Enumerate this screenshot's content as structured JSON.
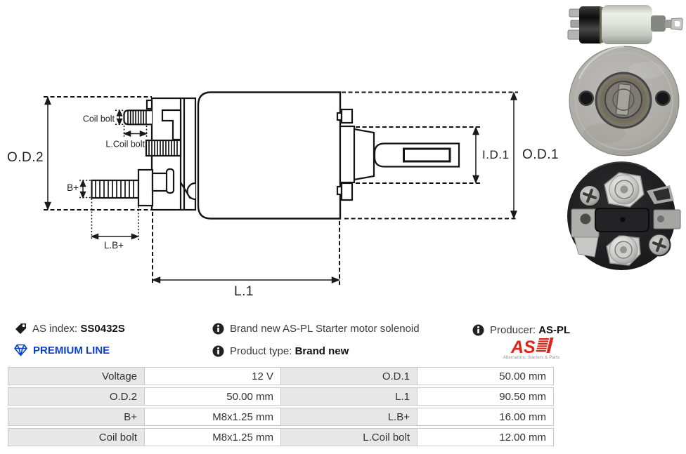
{
  "drawing": {
    "od2": "O.D.2",
    "od1": "O.D.1",
    "id1": "I.D.1",
    "l1": "L.1",
    "lb_plus": "L.B+",
    "b_plus": "B+",
    "coil_bolt": "Coil bolt",
    "l_coil_bolt": "L.Coil bolt"
  },
  "photos": {
    "side_view": "solenoid-side-photo",
    "front_view": "solenoid-front-photo",
    "back_view": "solenoid-back-photo"
  },
  "info": {
    "as_index_label": "AS index:",
    "as_index_value": "SS0432S",
    "premium_line": "PREMIUM LINE",
    "premium_color": "#0a3fd0",
    "description": "Brand new AS-PL Starter motor solenoid",
    "product_type_label": "Product type:",
    "product_type_value": "Brand new",
    "producer_label": "Producer:",
    "producer_value": "AS-PL",
    "logo_text": "AS",
    "logo_subtext": "Alternators, Starters & Parts",
    "logo_color": "#e2231a"
  },
  "table": {
    "rows": [
      {
        "c": [
          {
            "l": "Voltage",
            "v": "12 V"
          },
          {
            "l": "O.D.1",
            "v": "50.00 mm"
          }
        ]
      },
      {
        "c": [
          {
            "l": "O.D.2",
            "v": "50.00 mm"
          },
          {
            "l": "L.1",
            "v": "90.50 mm"
          }
        ]
      },
      {
        "c": [
          {
            "l": "B+",
            "v": "M8x1.25 mm"
          },
          {
            "l": "L.B+",
            "v": "16.00 mm"
          }
        ]
      },
      {
        "c": [
          {
            "l": "Coil bolt",
            "v": "M8x1.25 mm"
          },
          {
            "l": "L.Coil bolt",
            "v": "12.00 mm"
          }
        ]
      }
    ]
  }
}
